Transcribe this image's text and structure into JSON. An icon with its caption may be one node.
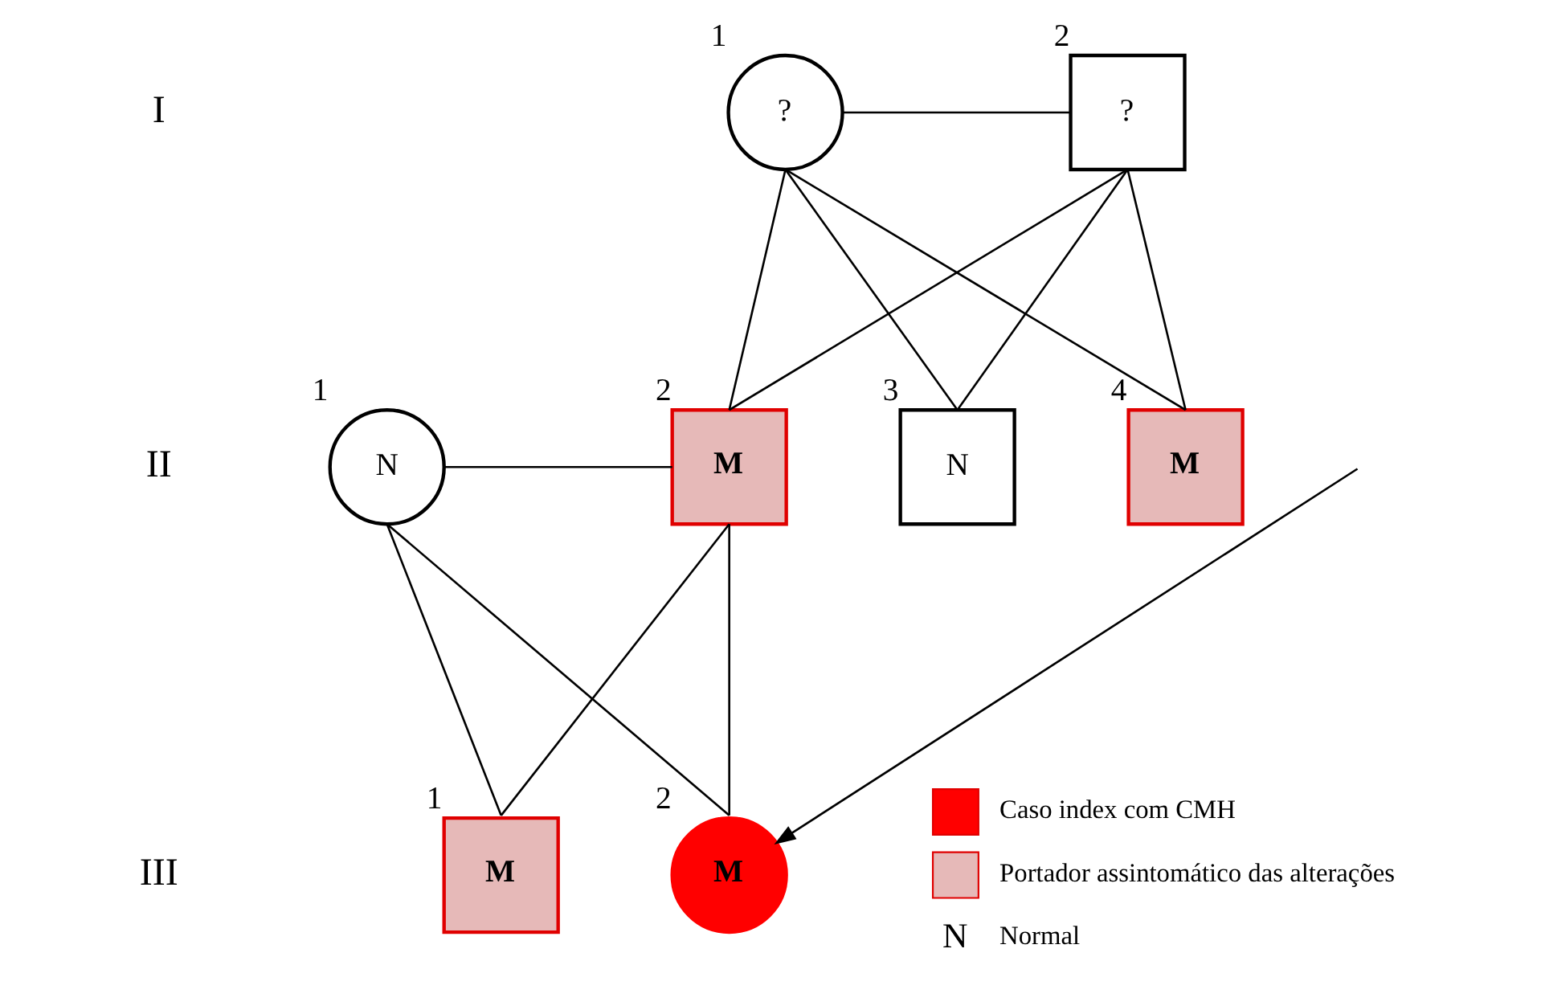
{
  "diagram": {
    "nodes": [
      {
        "text": [
          "?"
        ],
        "beside": [
          "1"
        ]
      },
      {
        "text": [
          "?"
        ],
        "beside": [
          "2"
        ]
      },
      {
        "text": [
          "N"
        ],
        "beside": [
          "1"
        ]
      },
      {
        "text": [
          "M"
        ],
        "beside": [
          "2"
        ]
      },
      {
        "text": [
          "N"
        ],
        "beside": [
          "3"
        ]
      },
      {
        "text": [
          "M"
        ],
        "beside": [
          "4"
        ]
      },
      {
        "text": [
          "M"
        ],
        "beside": [
          "1"
        ]
      },
      {
        "text": [
          "M"
        ],
        "beside": [
          "2"
        ]
      }
    ],
    "edges": [
      {
        "from": 0,
        "to": 1,
        "arrow": "none"
      },
      {
        "from": 0,
        "to": 3,
        "arrow": "none"
      },
      {
        "from": 1,
        "to": 3,
        "arrow": "none"
      },
      {
        "from": 0,
        "to": 4,
        "arrow": "none"
      },
      {
        "from": 1,
        "to": 4,
        "arrow": "none"
      },
      {
        "from": 0,
        "to": 5,
        "arrow": "none"
      },
      {
        "from": 1,
        "to": 5,
        "arrow": "none"
      },
      {
        "from": 2,
        "to": 3,
        "arrow": "none"
      },
      {
        "from": 2,
        "to": 6,
        "arrow": "none"
      },
      {
        "from": 3,
        "to": 6,
        "arrow": "none"
      },
      {
        "from": 2,
        "to": 7,
        "arrow": "none"
      },
      {
        "from": 3,
        "to": 7,
        "arrow": "none"
      },
      {
        "from": null,
        "to": 7,
        "arrow": "to"
      }
    ],
    "labels": [
      "I",
      "II",
      "III",
      "N"
    ],
    "legend": [
      {
        "text": "Caso index com CMH",
        "color": "#ff0000"
      },
      {
        "text": "Portador assintomático das alterações",
        "color": "#e6b9b8"
      },
      {
        "text": "Normal"
      }
    ]
  }
}
